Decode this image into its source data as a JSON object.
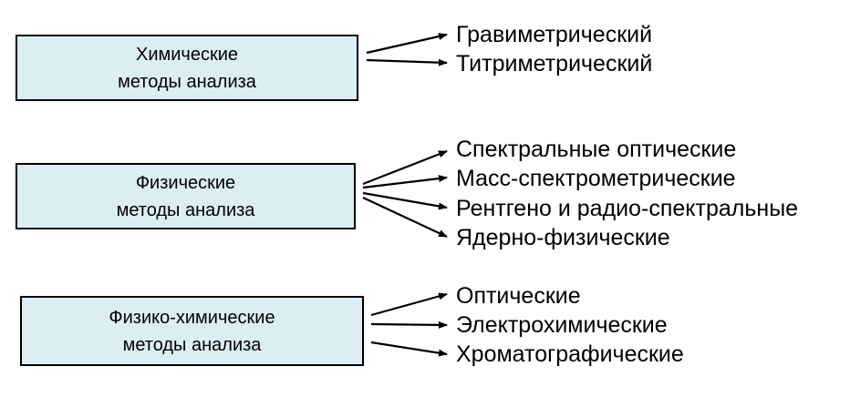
{
  "groups": [
    {
      "title_line1": "Химические",
      "title_line2": "методы анализа",
      "methods": [
        "Гравиметрический",
        "Титриметрический"
      ]
    },
    {
      "title_line1": "Физические",
      "title_line2": "методы анализа",
      "methods": [
        "Спектральные оптические",
        "Масс-спектрометрические",
        "Рентгено и радио-спектральные",
        "Ядерно-физические"
      ]
    },
    {
      "title_line1": "Физико-химические",
      "title_line2": "методы анализа",
      "methods": [
        "Оптические",
        "Электрохимические",
        "Хроматографические"
      ]
    }
  ],
  "colors": {
    "box_fill": "#dbeef4",
    "box_border": "#000000",
    "arrow": "#000000",
    "text": "#000000"
  }
}
